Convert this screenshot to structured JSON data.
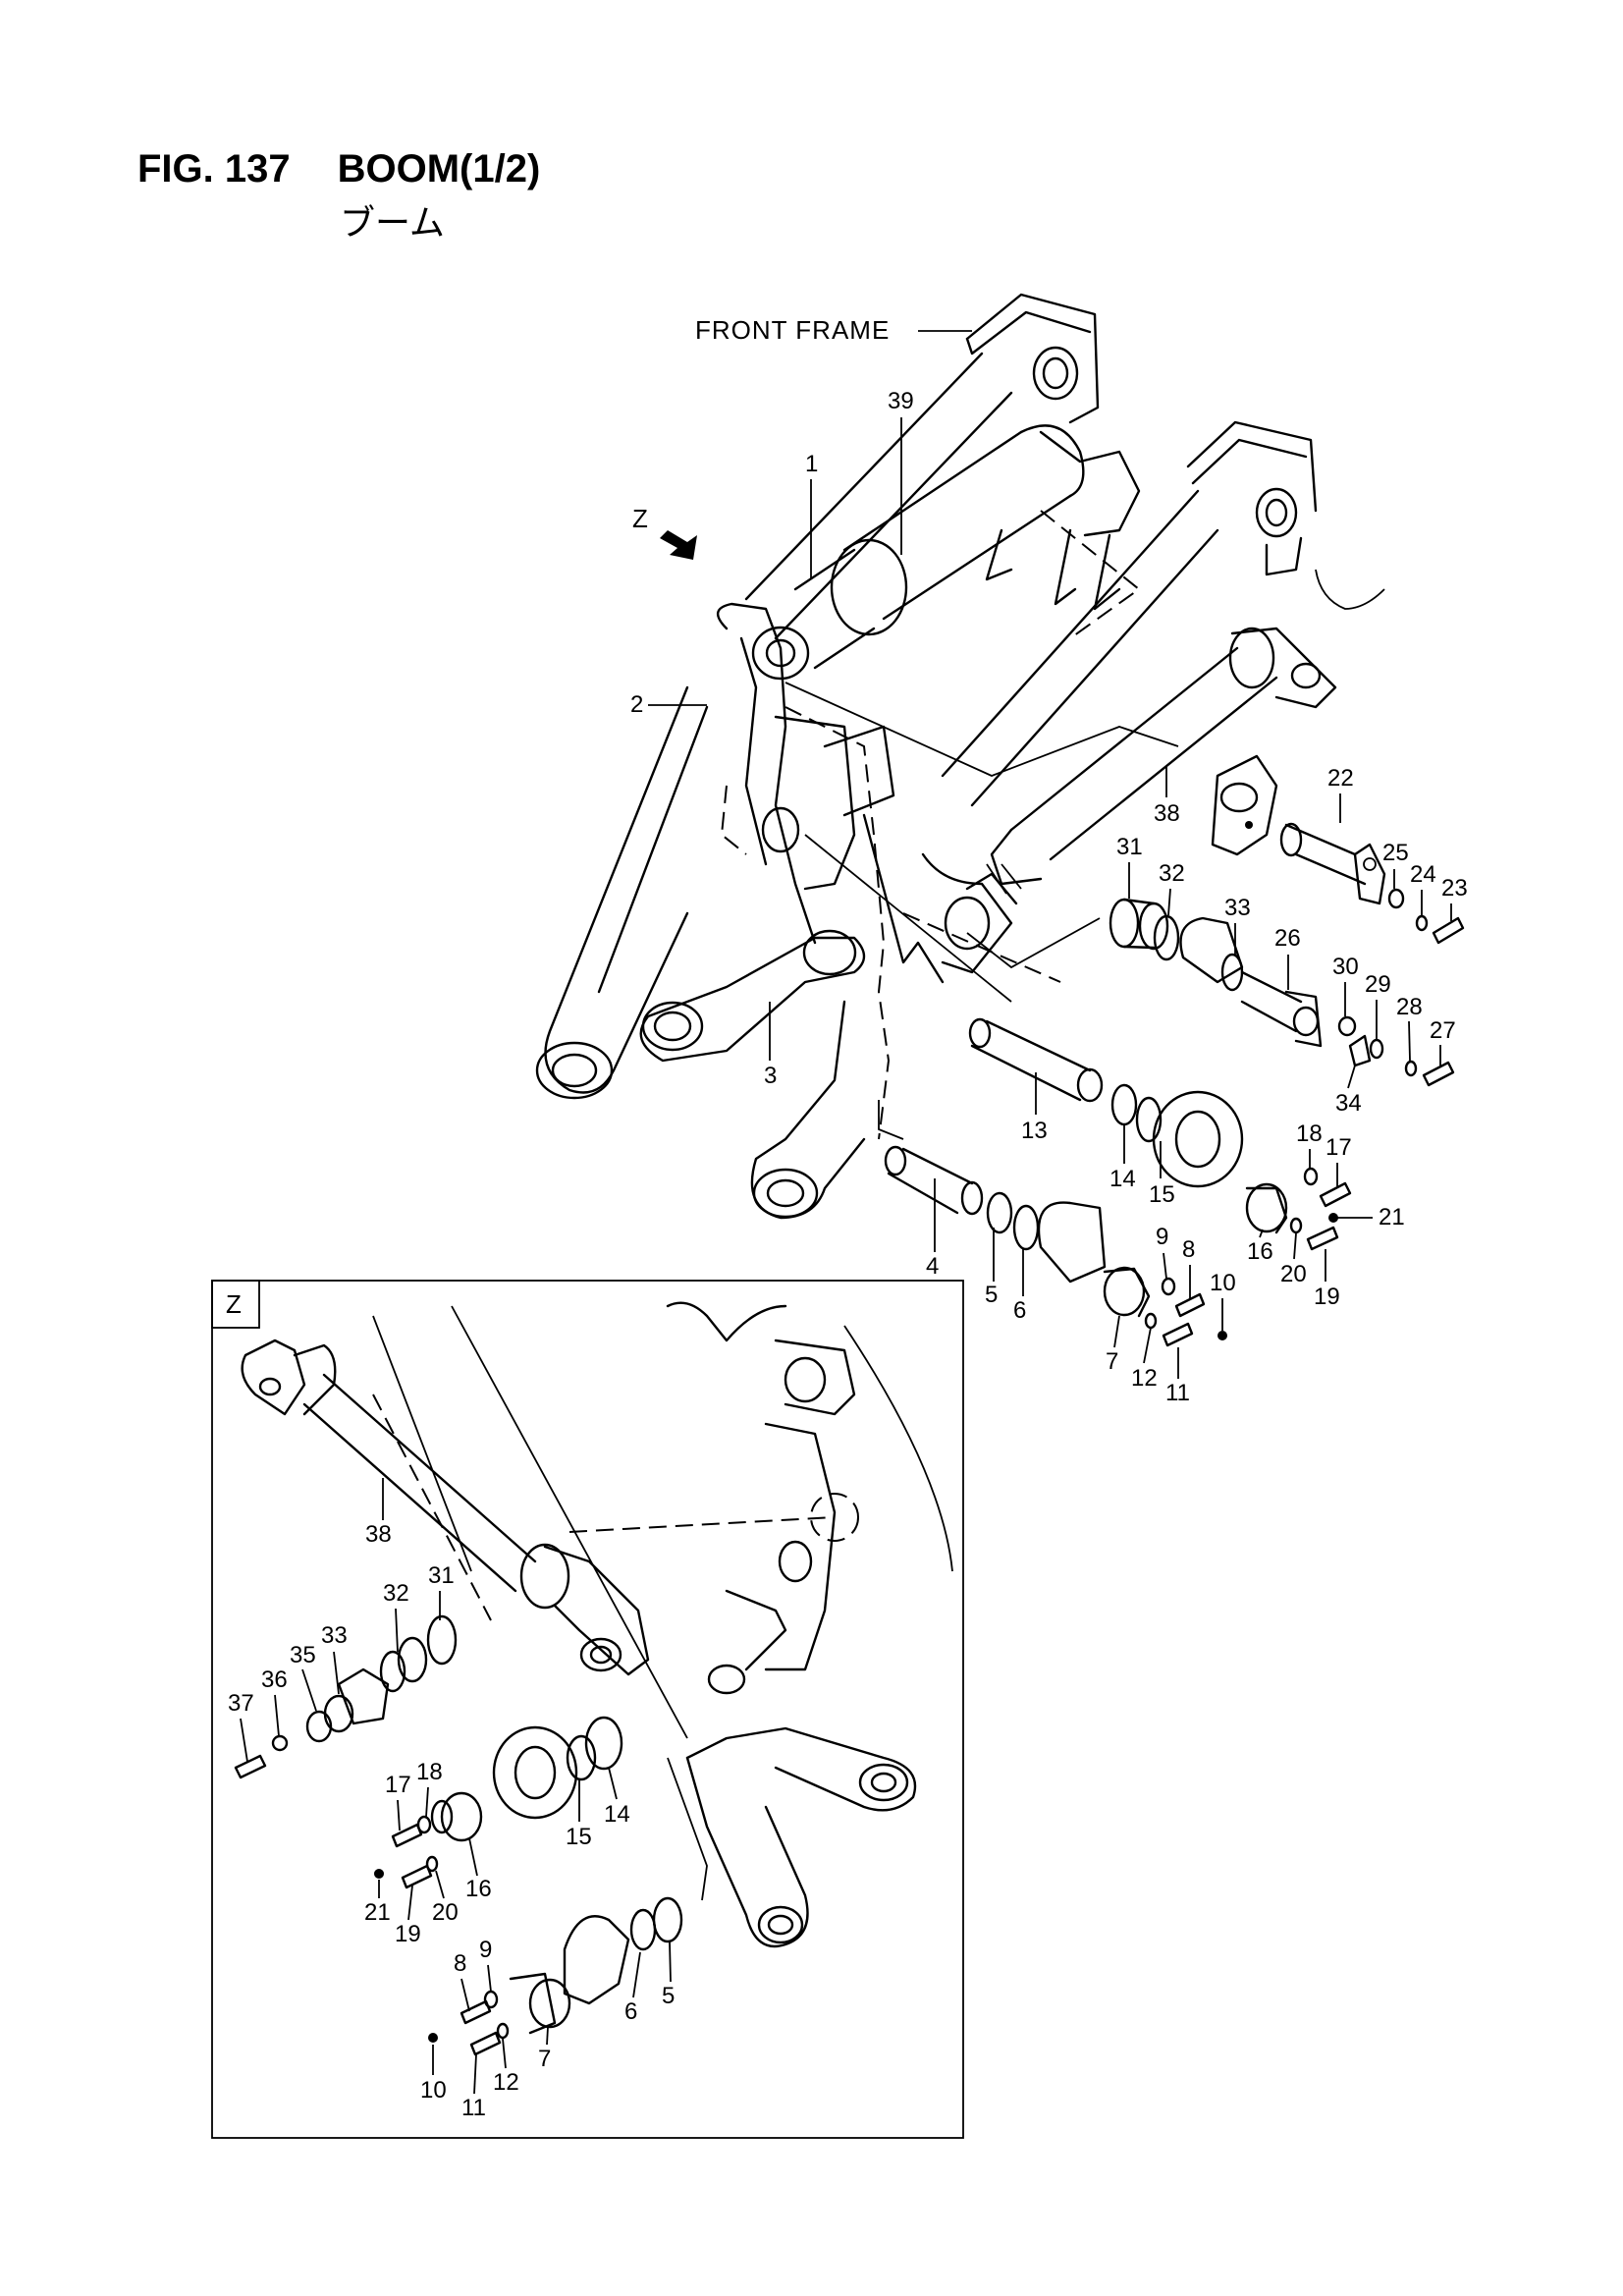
{
  "figure": {
    "number_label": "FIG. 137",
    "title": "BOOM(1/2)",
    "subtitle_ja": "ブーム"
  },
  "main_view": {
    "frame_label": "FRONT FRAME",
    "view_arrow_label": "Z",
    "callouts": [
      {
        "id": "39",
        "label": "39"
      },
      {
        "id": "1",
        "label": "1"
      },
      {
        "id": "2",
        "label": "2"
      },
      {
        "id": "3",
        "label": "3"
      },
      {
        "id": "4",
        "label": "4"
      },
      {
        "id": "5",
        "label": "5"
      },
      {
        "id": "6",
        "label": "6"
      },
      {
        "id": "7",
        "label": "7"
      },
      {
        "id": "8",
        "label": "8"
      },
      {
        "id": "9",
        "label": "9"
      },
      {
        "id": "10",
        "label": "10"
      },
      {
        "id": "11",
        "label": "11"
      },
      {
        "id": "12",
        "label": "12"
      },
      {
        "id": "13",
        "label": "13"
      },
      {
        "id": "14",
        "label": "14"
      },
      {
        "id": "15",
        "label": "15"
      },
      {
        "id": "16",
        "label": "16"
      },
      {
        "id": "17",
        "label": "17"
      },
      {
        "id": "18",
        "label": "18"
      },
      {
        "id": "19",
        "label": "19"
      },
      {
        "id": "20",
        "label": "20"
      },
      {
        "id": "21",
        "label": "21"
      },
      {
        "id": "22",
        "label": "22"
      },
      {
        "id": "23",
        "label": "23"
      },
      {
        "id": "24",
        "label": "24"
      },
      {
        "id": "25",
        "label": "25"
      },
      {
        "id": "26",
        "label": "26"
      },
      {
        "id": "27",
        "label": "27"
      },
      {
        "id": "28",
        "label": "28"
      },
      {
        "id": "29",
        "label": "29"
      },
      {
        "id": "30",
        "label": "30"
      },
      {
        "id": "31",
        "label": "31"
      },
      {
        "id": "32",
        "label": "32"
      },
      {
        "id": "33",
        "label": "33"
      },
      {
        "id": "34",
        "label": "34"
      },
      {
        "id": "38",
        "label": "38"
      }
    ]
  },
  "detail_view": {
    "box_label": "Z",
    "callouts": [
      {
        "id": "38",
        "label": "38"
      },
      {
        "id": "31",
        "label": "31"
      },
      {
        "id": "32",
        "label": "32"
      },
      {
        "id": "33",
        "label": "33"
      },
      {
        "id": "35",
        "label": "35"
      },
      {
        "id": "36",
        "label": "36"
      },
      {
        "id": "37",
        "label": "37"
      },
      {
        "id": "17",
        "label": "17"
      },
      {
        "id": "18",
        "label": "18"
      },
      {
        "id": "21",
        "label": "21"
      },
      {
        "id": "19",
        "label": "19"
      },
      {
        "id": "20",
        "label": "20"
      },
      {
        "id": "16",
        "label": "16"
      },
      {
        "id": "15",
        "label": "15"
      },
      {
        "id": "14",
        "label": "14"
      },
      {
        "id": "8",
        "label": "8"
      },
      {
        "id": "9",
        "label": "9"
      },
      {
        "id": "10",
        "label": "10"
      },
      {
        "id": "11",
        "label": "11"
      },
      {
        "id": "12",
        "label": "12"
      },
      {
        "id": "7",
        "label": "7"
      },
      {
        "id": "6",
        "label": "6"
      },
      {
        "id": "5",
        "label": "5"
      }
    ]
  }
}
